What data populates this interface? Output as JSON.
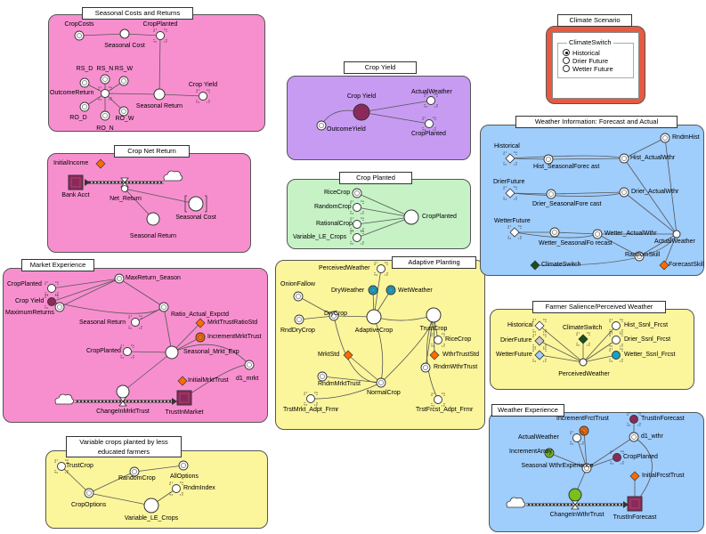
{
  "panels": {
    "seasonal_costs": "Seasonal  Costs  and  Returns",
    "crop_net_return": "Crop Net Return",
    "market_experience": "Market  Experience",
    "variable_crops": "Variable  crops  planted   by  less educated  farmers",
    "crop_yield": "Crop  Yield",
    "crop_planted": "Crop  Planted",
    "adaptive_planting": "Adaptive  Planting",
    "climate_scenario": "Climate  Scenario",
    "weather_info": "Weather  Information:  Forecast  and  Actual",
    "farmer_salience": "Farmer  Salience/Perceived  Weather",
    "weather_experience": "Weather  Experience"
  },
  "climate": {
    "group_label": "ClimateSwitch",
    "options": [
      "Historical",
      "Drier Future",
      "Wetter Future"
    ],
    "selected": "Historical"
  },
  "labels": {
    "cropcosts": "CropCosts",
    "seasonal_cost_a": "Seasonal  Cost",
    "cropplanted_a": "CropPlanted",
    "rs_d": "RS_D",
    "rs_n": "RS_N",
    "rs_w": "RS_W",
    "outcomereturn": "OutcomeReturn",
    "ro_d": "RO_D",
    "ro_w": "RO_W",
    "ro_n": "RO_N",
    "seasonal_return_a": "Seasonal  Return",
    "crop_yield_a": "Crop  Yield",
    "initialincome": "InitialIncome",
    "bank_acct": "Bank Acct",
    "net_return": "Net_Return",
    "seasonal_return_b": "Seasonal  Return",
    "seasonal_cost_b": "Seasonal  Cost",
    "cropplanted_b": "CropPlanted",
    "crop_yield_b": "Crop  Yield",
    "maximumreturns": "MaximumReturns",
    "maxreturn_season": "MaxReturn_Season",
    "seasonal_return_c": "Seasonal  Return",
    "ratio_actual_expctd": "Ratio_Actual_Expctd",
    "mrkttrustratiostd": "MrktTrustRatioStd",
    "incrementmrkttrust": "IncrementMrktTrust",
    "cropplanted_c": "CropPlanted",
    "seasonal_mrkt_exp": "Seasonal_Mrkt_Exp",
    "initialmrkttrust": "InitialMrktTrust",
    "d1_mrkt": "d1_mrkt",
    "changeinmrkttrust": "ChangeInMrktTrust",
    "trustinmarket": "TrustInMarket",
    "trustcrop_a": "TrustCrop",
    "randomcrop_a": "RandomCrop",
    "alloptions": "AllOptions",
    "rndmindex": "RndmIndex",
    "cropoptions": "CropOptions",
    "variable_le_crops_a": "Variable_LE_Crops",
    "crop_yield_main": "Crop Yield",
    "actualweather_a": "ActualWeather",
    "outcomeyield": "OutcomeYield",
    "cropplanted_d": "CropPlanted",
    "ricecrop_a": "RiceCrop",
    "randomcrop_b": "RandomCrop",
    "rationalcrop": "RationalCrop",
    "variable_le_crops_b": "Variable_LE_Crops",
    "cropplanted_main": "CropPlanted",
    "perceivedweather_a": "PerceivedWeather",
    "onionfallow": "OnionFallow",
    "dryweather": "DryWeather",
    "wetweather": "WetWeather",
    "drycrop": "DryCrop",
    "adaptivecrop": "AdaptiveCrop",
    "trustcrop_b": "TrustCrop",
    "rnddrycrop": "RndDryCrop",
    "ricecrop_b": "RiceCrop",
    "mrktstd": "MrktStd",
    "wthrtruststd": "WthrTrustStd",
    "rndmwthrtrust": "RndmWthrTrust",
    "rndmmrkttrust": "RndmMrktTrust",
    "normalcrop": "NormalCrop",
    "trstmrkt_adpt_frmr": "TrstMrkt_Adpt_Frmr",
    "trstfrcst_adpt_frmr": "TrstFrcst_Adpt_Frmr",
    "rndmhist": "RndmHist",
    "historical_a": "Historical",
    "hist_seasonalforecast": "Hist_SeasonalForec ast",
    "hist_actualwthr": "Hist_ActualWthr",
    "drierfuture_a": "DrierFuture",
    "drier_seasonalforecast": "Drier_SeasonalFore cast",
    "drier_actualwthr": "Drier_ActualWthr",
    "wetterfuture_a": "WetterFuture",
    "wetter_seasonalforecast": "Wetter_SeasonalFo recast",
    "wetter_actualwthr": "Wetter_ActualWthr",
    "actualweather_main": "ActualWeather",
    "randomskill": "RandomSkill",
    "climateswitch_a": "ClimateSwitch",
    "forecastskill": "ForecastSkill",
    "historical_b": "Historical",
    "climateswitch_b": "ClimateSwitch",
    "hist_ssnl_frcst": "Hist_Ssnl_Frcst",
    "drierfuture_b": "DrierFuture",
    "drier_ssnl_frcst": "Drier_Ssnl_Frcst",
    "wetterfuture_b": "WetterFuture",
    "wetter_ssnl_frcst": "Wetter_Ssnl_Frcst",
    "perceivedweather_main": "PerceivedWeather",
    "incrementfrcttrust": "IncrementFrctTrust",
    "trustinforecast_a": "TrustInForecast",
    "actualweather_b": "ActualWeather",
    "d1_wthr": "d1_wthr",
    "incrementarray": "IncrementArray",
    "cropplanted_e": "CropPlanted",
    "seasonal_wthr_experience": "Seasonal WthrExperience",
    "initialfrcsttrust": "InitialFrcstTrust",
    "changeinwthrtrust": "ChangeInWthrTrust",
    "trustinforecast_b": "TrustInForecast"
  },
  "colors": {
    "pink_panel": "#f78fcf",
    "purple_panel": "#c79bf2",
    "green_panel": "#c6f2c6",
    "yellow_panel": "#fbf59c",
    "blue_panel": "#9fcdfc",
    "red_panel": "#e65a41",
    "stock_fill": "#8b2a5a",
    "diamond_orange": "#ff6a00",
    "diamond_dark": "#174f1d",
    "cyan_node": "#19a2c9",
    "green_node": "#77c11d"
  }
}
